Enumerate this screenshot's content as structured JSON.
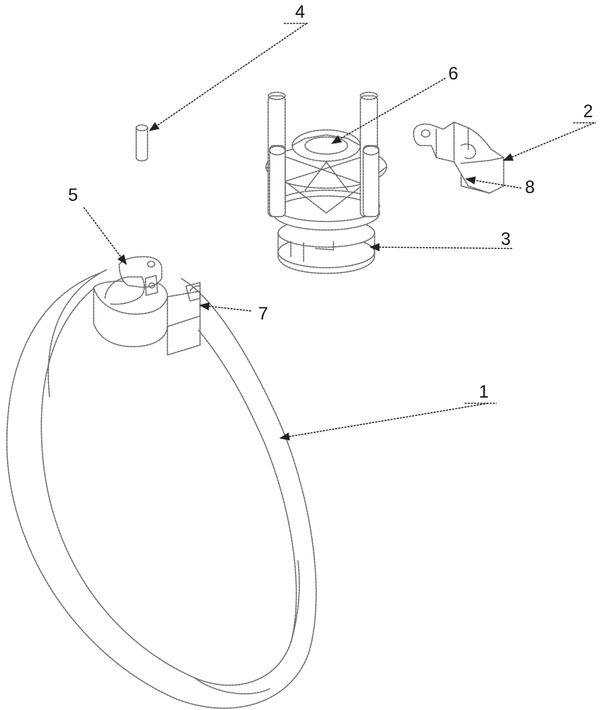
{
  "figure": {
    "type": "exploded-view patent drawing",
    "line_color": "#6a6a6a",
    "label_color": "#111111",
    "background": "#ffffff"
  },
  "labels": {
    "ring_band": "1",
    "hinge_clip": "2",
    "stone_setting": "3",
    "hinge_pin": "4",
    "hinge_knuckle": "5",
    "gemstone": "6",
    "band_notch": "7",
    "clip_tab": "8"
  }
}
